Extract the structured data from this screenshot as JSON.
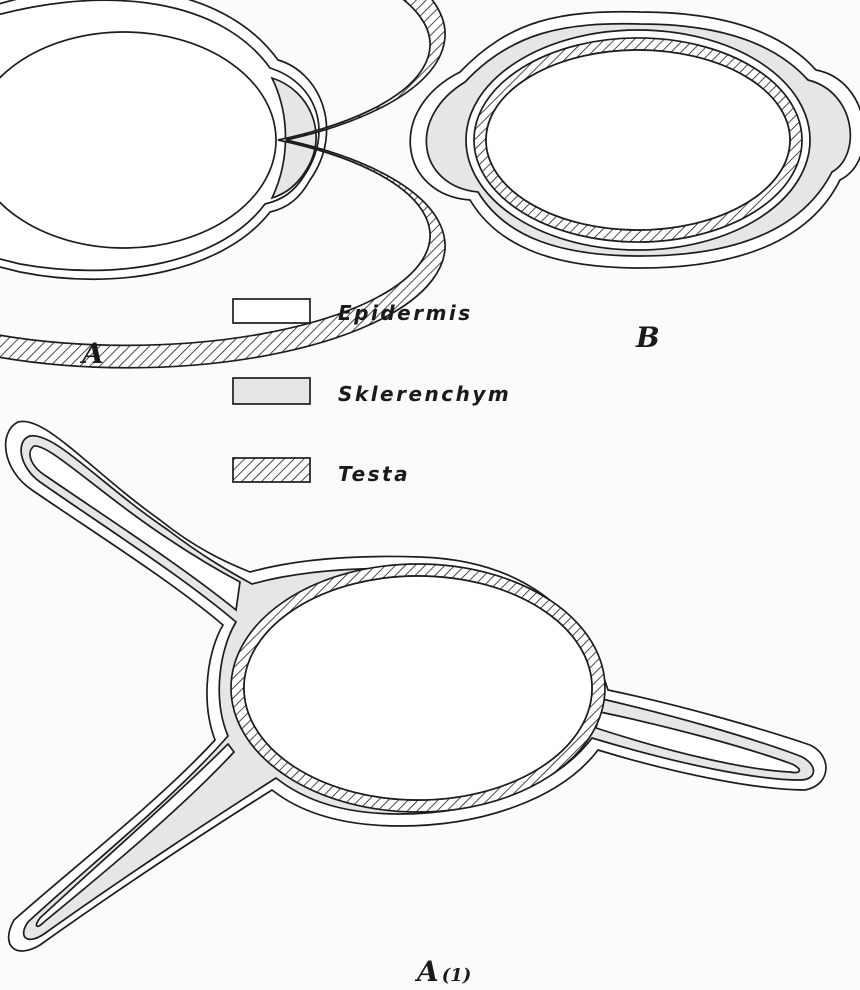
{
  "colors": {
    "ink": "#1d1d1d",
    "epidermis": "#ffffff",
    "sklerenchym": "#e6e6e4",
    "background": "#fbfbfa"
  },
  "figures": {
    "a": {
      "label": "A"
    },
    "b": {
      "label": "B"
    },
    "a1": {
      "label": "A",
      "suffix": "(1)"
    }
  },
  "legend": {
    "items": [
      {
        "key": "epidermis",
        "label": "Epidermis",
        "swatch": "plain"
      },
      {
        "key": "sklerenchym",
        "label": "Sklerenchym",
        "swatch": "grey"
      },
      {
        "key": "testa",
        "label": "Testa",
        "swatch": "hatched"
      }
    ]
  }
}
